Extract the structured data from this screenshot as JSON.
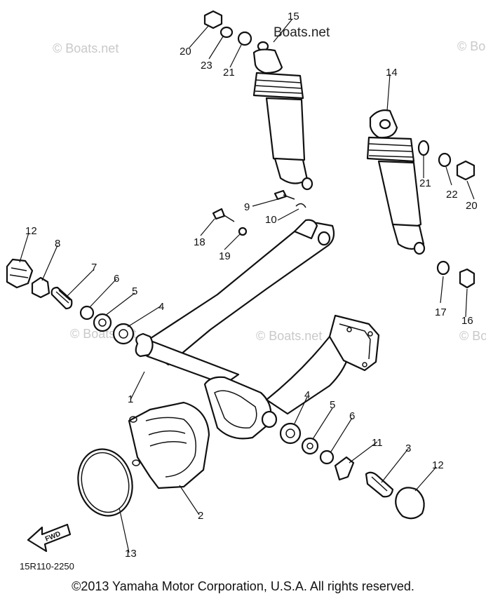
{
  "watermark": "© Boats.net",
  "header_watermark": "Boats.net",
  "diagram_code": "15R110-2250",
  "fwd_label": "FWD",
  "copyright": "©2013 Yamaha Motor Corporation, U.S.A. All rights reserved.",
  "callouts": [
    "1",
    "2",
    "3",
    "4",
    "4",
    "5",
    "5",
    "6",
    "6",
    "7",
    "8",
    "9",
    "10",
    "11",
    "12",
    "12",
    "13",
    "14",
    "15",
    "16",
    "17",
    "18",
    "19",
    "20",
    "20",
    "21",
    "21",
    "22",
    "23"
  ]
}
